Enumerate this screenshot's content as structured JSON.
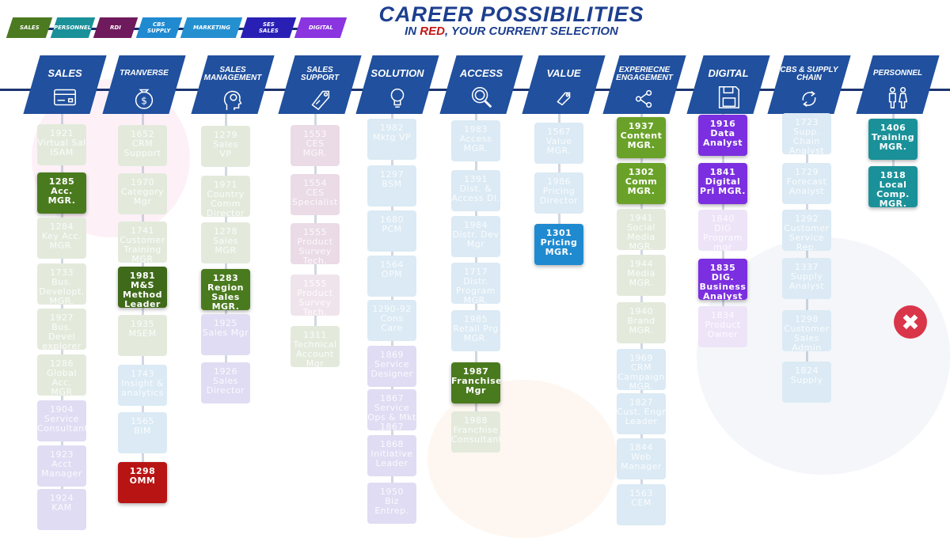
{
  "legend": [
    {
      "label": "SALES",
      "color": "#4c7a21"
    },
    {
      "label": "PERSONNEL",
      "color": "#1a9199"
    },
    {
      "label": "RDI",
      "color": "#6e1a5c"
    },
    {
      "label": "CBS\nSUPPLY",
      "color": "#1f8ad0"
    },
    {
      "label": "MARKETING",
      "color": "#2590d0"
    },
    {
      "label": "SES\nSALES",
      "color": "#2a1fb5"
    },
    {
      "label": "DIGITAL",
      "color": "#8a35e0"
    }
  ],
  "title": "CAREER POSSIBILITIES",
  "subtitle": {
    "prefix": "IN ",
    "highlight": "RED",
    "suffix": ", YOUR CURRENT SELECTION"
  },
  "columns": [
    {
      "label": "SALES",
      "icon": "credit-card-icon",
      "cards": [
        {
          "lines": [
            "1921",
            "Virtual Sales",
            "ISAM"
          ],
          "state": "faded",
          "color": "#e3eadc"
        },
        {
          "lines": [
            "1285",
            "Acc.",
            "MGR."
          ],
          "state": "on",
          "color": "#4a7a1e"
        },
        {
          "lines": [
            "1284",
            "Key Acc.",
            "MGR."
          ],
          "state": "faded",
          "color": "#e3eadc"
        },
        {
          "lines": [
            "1733",
            "Bus.",
            "Developt.",
            "MGR."
          ],
          "state": "faded",
          "color": "#e3eadc"
        },
        {
          "lines": [
            "1927",
            "Bus.",
            "Devel",
            "explorer"
          ],
          "state": "faded",
          "color": "#e3eadc"
        },
        {
          "lines": [
            "1286",
            "Global",
            "Acc.",
            "MGR"
          ],
          "state": "faded",
          "color": "#e3eadc"
        },
        {
          "lines": [
            "1904",
            "Service",
            "Consultant"
          ],
          "state": "faded",
          "color": "#e0dcf3"
        },
        {
          "lines": [
            "1923",
            "Acct",
            "Manager"
          ],
          "state": "faded",
          "color": "#e0dcf3"
        },
        {
          "lines": [
            "1924",
            "KAM"
          ],
          "state": "faded",
          "color": "#e0dcf3"
        }
      ]
    },
    {
      "label": "TRANVERSE",
      "icon": "money-bag-icon",
      "cards": [
        {
          "lines": [
            "1652",
            "CRM",
            "Support"
          ],
          "state": "faded",
          "color": "#e3eadc"
        },
        {
          "lines": [
            "1970",
            "Category",
            "Mgr"
          ],
          "state": "faded",
          "color": "#e3eadc"
        },
        {
          "lines": [
            "1741",
            "Customer",
            "Training",
            "MGR"
          ],
          "state": "faded",
          "color": "#e3eadc"
        },
        {
          "lines": [
            "1981",
            "M&S",
            "Method",
            "Leader"
          ],
          "state": "on",
          "color": "#3f6a1a"
        },
        {
          "lines": [
            "1935",
            "MSEM"
          ],
          "state": "faded",
          "color": "#e3eadc"
        },
        {
          "lines": [
            "1743",
            "Insight &",
            "analytics"
          ],
          "state": "faded",
          "color": "#dbeaf4"
        },
        {
          "lines": [
            "1565",
            "BIM"
          ],
          "state": "faded",
          "color": "#dbeaf4"
        },
        {
          "lines": [
            "1298",
            "OMM"
          ],
          "state": "on",
          "color": "#b81414"
        }
      ]
    },
    {
      "label": "SALES\nMANAGEMENT",
      "icon": "head-gear-icon",
      "cards": [
        {
          "lines": [
            "1279",
            "Sales",
            "VP"
          ],
          "state": "faded",
          "color": "#e3eadc"
        },
        {
          "lines": [
            "1971",
            "Country",
            "Comm",
            "Director"
          ],
          "state": "faded",
          "color": "#e3eadc"
        },
        {
          "lines": [
            "1278",
            "Sales",
            "MGR"
          ],
          "state": "faded",
          "color": "#e3eadc"
        },
        {
          "lines": [
            "1283",
            "Region",
            "Sales",
            "MGR."
          ],
          "state": "on",
          "color": "#4a7a1e"
        },
        {
          "lines": [
            "1925",
            "Sales Mgr"
          ],
          "state": "faded",
          "color": "#e0dcf3"
        },
        {
          "lines": [
            "1926",
            "Sales",
            "Director"
          ],
          "state": "faded",
          "color": "#e0dcf3"
        }
      ]
    },
    {
      "label": "SALES\nSUPPORT",
      "icon": "tag-icon",
      "cards": [
        {
          "lines": [
            "1553",
            "CES",
            "MGR."
          ],
          "state": "faded",
          "color": "#eadbe6"
        },
        {
          "lines": [
            "1554",
            "CES",
            "Specialist"
          ],
          "state": "faded",
          "color": "#eadbe6"
        },
        {
          "lines": [
            "1555",
            "Product",
            "Survey",
            "Tech."
          ],
          "state": "faded",
          "color": "#eadbe6"
        },
        {
          "lines": [
            "1555",
            "Product",
            "Survey",
            "Tech."
          ],
          "state": "faded",
          "color": "#f0e4ec"
        },
        {
          "lines": [
            "1311",
            "Technical",
            "Account",
            "Mgr"
          ],
          "state": "faded",
          "color": "#e3eadc"
        }
      ]
    },
    {
      "label": "SOLUTION",
      "icon": "lightbulb-icon",
      "cards": [
        {
          "lines": [
            "1982",
            "Mktg VP"
          ],
          "state": "faded",
          "color": "#dbeaf4"
        },
        {
          "lines": [
            "1297",
            "BSM"
          ],
          "state": "faded",
          "color": "#dbeaf4"
        },
        {
          "lines": [
            "1680",
            "PCM"
          ],
          "state": "faded",
          "color": "#dbeaf4"
        },
        {
          "lines": [
            "1564",
            "OPM"
          ],
          "state": "faded",
          "color": "#dbeaf4"
        },
        {
          "lines": [
            "1290-92",
            "Cons",
            "Care"
          ],
          "state": "faded",
          "color": "#dbeaf4"
        },
        {
          "lines": [
            "1869",
            "Service",
            "Designer"
          ],
          "state": "faded",
          "color": "#e0dcf3"
        },
        {
          "lines": [
            "1867",
            "Service",
            "Ops & Mkt",
            "1867"
          ],
          "state": "faded",
          "color": "#e0dcf3"
        },
        {
          "lines": [
            "1868",
            "Initiative",
            "Leader"
          ],
          "state": "faded",
          "color": "#e0dcf3"
        },
        {
          "lines": [
            "1950",
            "Biz",
            "Entrep."
          ],
          "state": "faded",
          "color": "#e0dcf3"
        }
      ]
    },
    {
      "label": "ACCESS",
      "icon": "magnifier-icon",
      "cards": [
        {
          "lines": [
            "1983",
            "Access",
            "MGR."
          ],
          "state": "faded",
          "color": "#dbeaf4"
        },
        {
          "lines": [
            "1391",
            "Dist. &",
            "Access Dl."
          ],
          "state": "faded",
          "color": "#dbeaf4"
        },
        {
          "lines": [
            "1984",
            "Distr. Dev",
            "Mgr"
          ],
          "state": "faded",
          "color": "#dbeaf4"
        },
        {
          "lines": [
            "1717",
            "Distr.",
            "Program",
            "MGR."
          ],
          "state": "faded",
          "color": "#dbeaf4"
        },
        {
          "lines": [
            "1985",
            "Retail Prg",
            "MGR."
          ],
          "state": "faded",
          "color": "#dbeaf4"
        },
        {
          "lines": [
            "1987",
            "Franchise",
            "Mgr"
          ],
          "state": "on",
          "color": "#4a7a1e"
        },
        {
          "lines": [
            "1988",
            "Franchise",
            "Consultant"
          ],
          "state": "faded",
          "color": "#e3eadc"
        }
      ]
    },
    {
      "label": "VALUE",
      "icon": "price-tag-icon",
      "cards": [
        {
          "lines": [
            "1567",
            "Value",
            "MGR."
          ],
          "state": "faded",
          "color": "#dbeaf4"
        },
        {
          "lines": [
            "1986",
            "Pricing",
            "Director"
          ],
          "state": "faded",
          "color": "#dbeaf4"
        },
        {
          "lines": [
            "1301",
            "Pricing",
            "MGR."
          ],
          "state": "on",
          "color": "#1f8ad0"
        }
      ]
    },
    {
      "label": "EXPERIECNE\nENGAGEMENT",
      "icon": "share-icon",
      "cards": [
        {
          "lines": [
            "1937",
            "Content",
            "MGR."
          ],
          "state": "on",
          "color": "#6aa229"
        },
        {
          "lines": [
            "1302",
            "Comm",
            "MGR."
          ],
          "state": "on",
          "color": "#6aa229"
        },
        {
          "lines": [
            "1941",
            "Social",
            "Media",
            "MGR."
          ],
          "state": "faded",
          "color": "#e3eadc"
        },
        {
          "lines": [
            "1944",
            "Media",
            "MGR."
          ],
          "state": "faded",
          "color": "#e3eadc"
        },
        {
          "lines": [
            "1940",
            "Brand",
            "MGR."
          ],
          "state": "faded",
          "color": "#e3eadc"
        },
        {
          "lines": [
            "1969",
            "CRM",
            "Campaign",
            "MGR."
          ],
          "state": "faded",
          "color": "#dbeaf4"
        },
        {
          "lines": [
            "1827",
            "Cust. Engm",
            "Leader"
          ],
          "state": "faded",
          "color": "#dbeaf4"
        },
        {
          "lines": [
            "1844",
            "Web",
            "Manager"
          ],
          "state": "faded",
          "color": "#dbeaf4"
        },
        {
          "lines": [
            "1563",
            "CEM"
          ],
          "state": "faded",
          "color": "#dbeaf4"
        }
      ]
    },
    {
      "label": "DIGITAL",
      "icon": "floppy-disk-icon",
      "cards": [
        {
          "lines": [
            "1916",
            "Data",
            "Analyst"
          ],
          "state": "on",
          "color": "#7b2fe0"
        },
        {
          "lines": [
            "1841",
            "Digital",
            "Pri MGR."
          ],
          "state": "on",
          "color": "#7b2fe0"
        },
        {
          "lines": [
            "1840",
            "DIG",
            "Program",
            "mgr"
          ],
          "state": "faded",
          "color": "#ede4f8"
        },
        {
          "lines": [
            "1835",
            "DIG.",
            "Business",
            "Analyst"
          ],
          "state": "on",
          "color": "#7b2fe0"
        },
        {
          "lines": [
            "1834",
            "Product",
            "Owner"
          ],
          "state": "faded",
          "color": "#ede4f8"
        }
      ]
    },
    {
      "label": "CBS & SUPPLY\nCHAIN",
      "icon": "refresh-icon",
      "cards": [
        {
          "lines": [
            "1723",
            "Supp.",
            "Chain",
            "Analyst"
          ],
          "state": "faded",
          "color": "#dbeaf4"
        },
        {
          "lines": [
            "1729",
            "Forecast",
            "Analyst"
          ],
          "state": "faded",
          "color": "#dbeaf4"
        },
        {
          "lines": [
            "1292",
            "Customer",
            "Service",
            "Rep."
          ],
          "state": "faded",
          "color": "#dbeaf4"
        },
        {
          "lines": [
            "1337",
            "Supply",
            "Analyst"
          ],
          "state": "faded",
          "color": "#dbeaf4"
        },
        {
          "lines": [
            "1298",
            "Customer",
            "Sales",
            "Admin"
          ],
          "state": "faded",
          "color": "#dbeaf4"
        },
        {
          "lines": [
            "1824",
            "Supply"
          ],
          "state": "faded",
          "color": "#dbeaf4"
        }
      ]
    },
    {
      "label": "PERSONNEL",
      "icon": "people-icon",
      "cards": [
        {
          "lines": [
            "1406",
            "Training",
            "MGR."
          ],
          "state": "on",
          "color": "#1a9199"
        },
        {
          "lines": [
            "1818",
            "Local",
            "Comp.",
            "MGR."
          ],
          "state": "on",
          "color": "#1a9199"
        }
      ]
    }
  ]
}
